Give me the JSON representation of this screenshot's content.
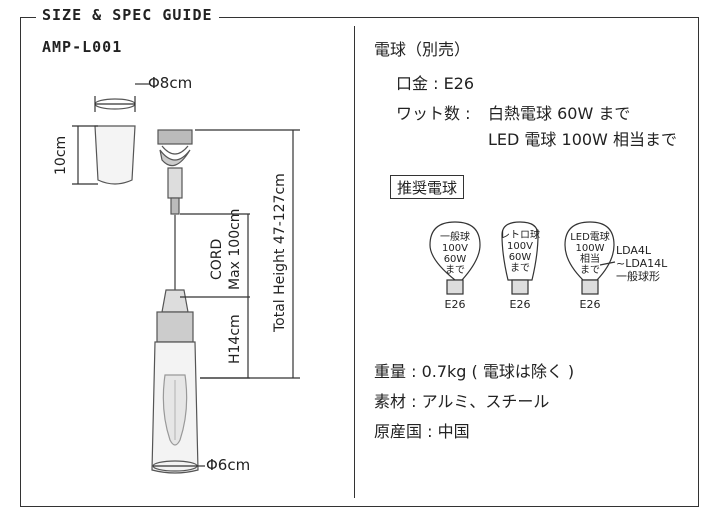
{
  "header": {
    "title": "SIZE & SPEC GUIDE",
    "model": "AMP-L001"
  },
  "dimensions": {
    "shade_diameter": "Φ8cm",
    "shade_height": "10cm",
    "cord": "CORD",
    "cord_max": "Max 100cm",
    "body_height": "H14cm",
    "total_height": "Total Height 47-127cm",
    "bulb_diameter": "Φ6cm"
  },
  "spec": {
    "bulb_heading": "電球（別売）",
    "socket": "口金 : E26",
    "wattage_label": "ワット数 :",
    "wattage_line1": "白熱電球 60W まで",
    "wattage_line2": "LED 電球 100W 相当まで",
    "recommended": "推奨電球",
    "bulbs": [
      {
        "label1": "一般球",
        "label2": "100V",
        "label3": "60W",
        "label4": "まで",
        "base": "E26"
      },
      {
        "label1": "レトロ球",
        "label2": "100V",
        "label3": "60W",
        "label4": "まで",
        "base": "E26"
      },
      {
        "label1": "LED電球",
        "label2": "100W",
        "label3": "相当",
        "label4": "まで",
        "base": "E26"
      }
    ],
    "led_models": [
      "LDA4L",
      "~LDA14L",
      "一般球形"
    ],
    "weight": "重量 : 0.7kg ( 電球は除く )",
    "material": "素材 : アルミ、スチール",
    "origin": "原産国 : 中国"
  }
}
